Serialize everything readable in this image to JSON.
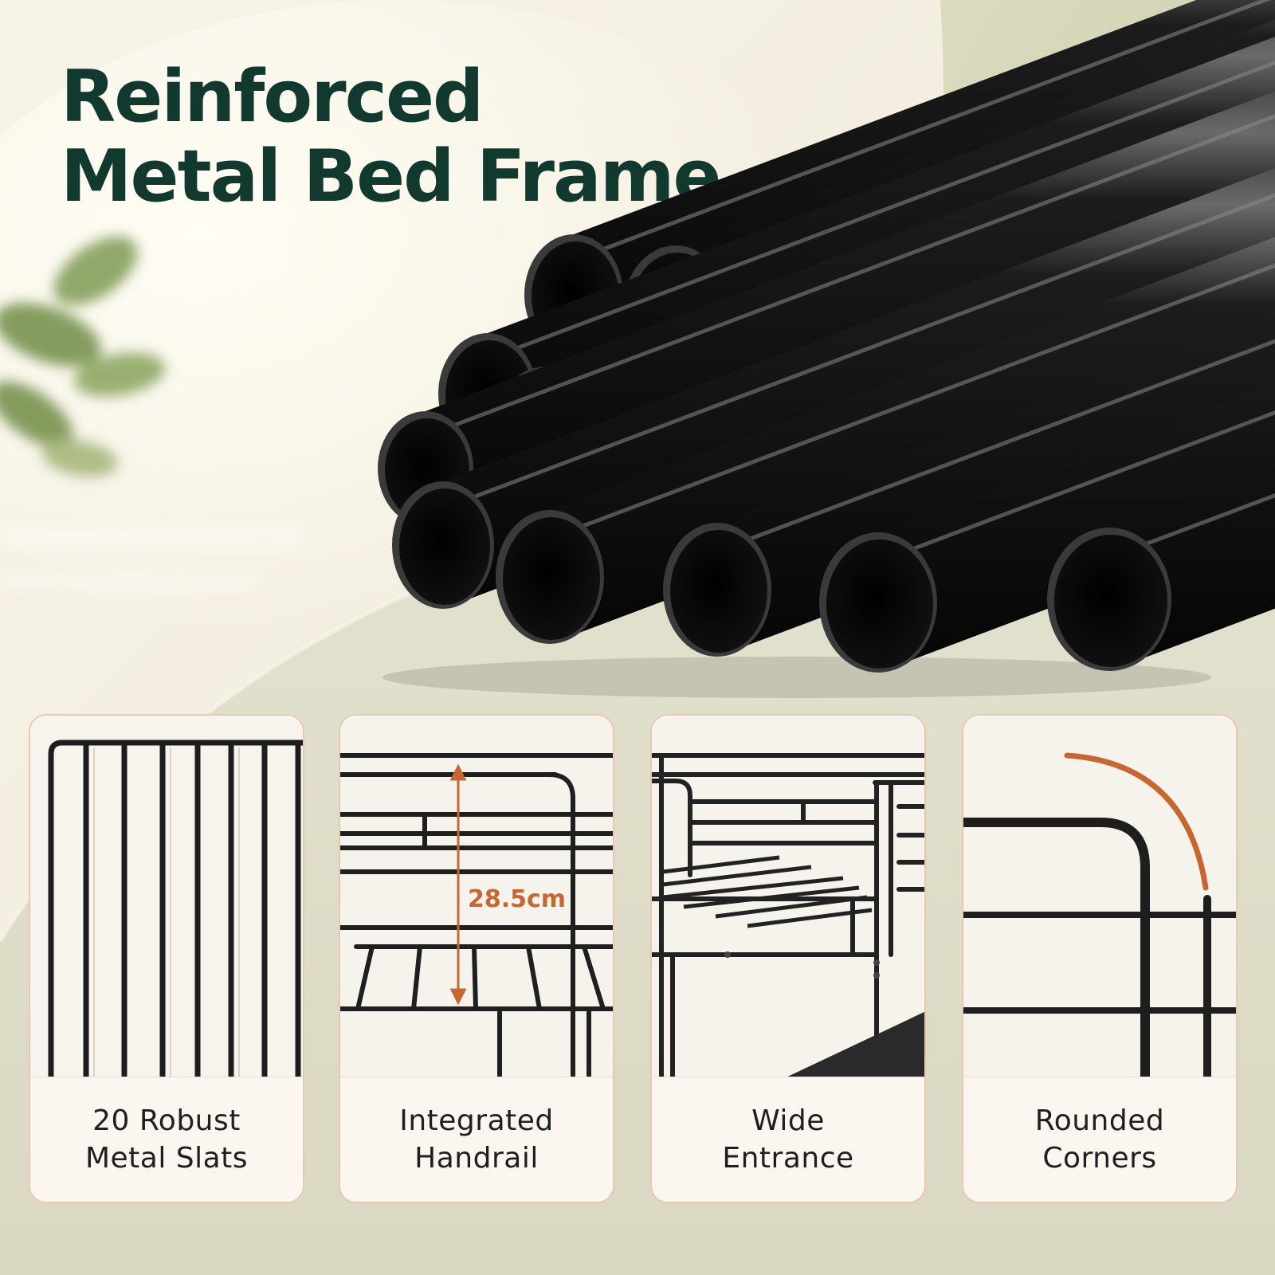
{
  "title": {
    "line1": "Reinforced",
    "line2": "Metal Bed Frame"
  },
  "colors": {
    "title": "#12392e",
    "accent": "#c7672f",
    "card_border": "#e7c9b3",
    "metal": "#1b1b1b"
  },
  "features": [
    {
      "line1": "20 Robust",
      "line2": "Metal Slats",
      "icon": "vertical-slats-closeup"
    },
    {
      "line1": "Integrated",
      "line2": "Handrail",
      "icon": "handrail-height-closeup",
      "measurement": "28.5cm"
    },
    {
      "line1": "Wide",
      "line2": "Entrance",
      "icon": "bed-entrance-closeup"
    },
    {
      "line1": "Rounded",
      "line2": "Corners",
      "icon": "rounded-corner-closeup"
    }
  ]
}
